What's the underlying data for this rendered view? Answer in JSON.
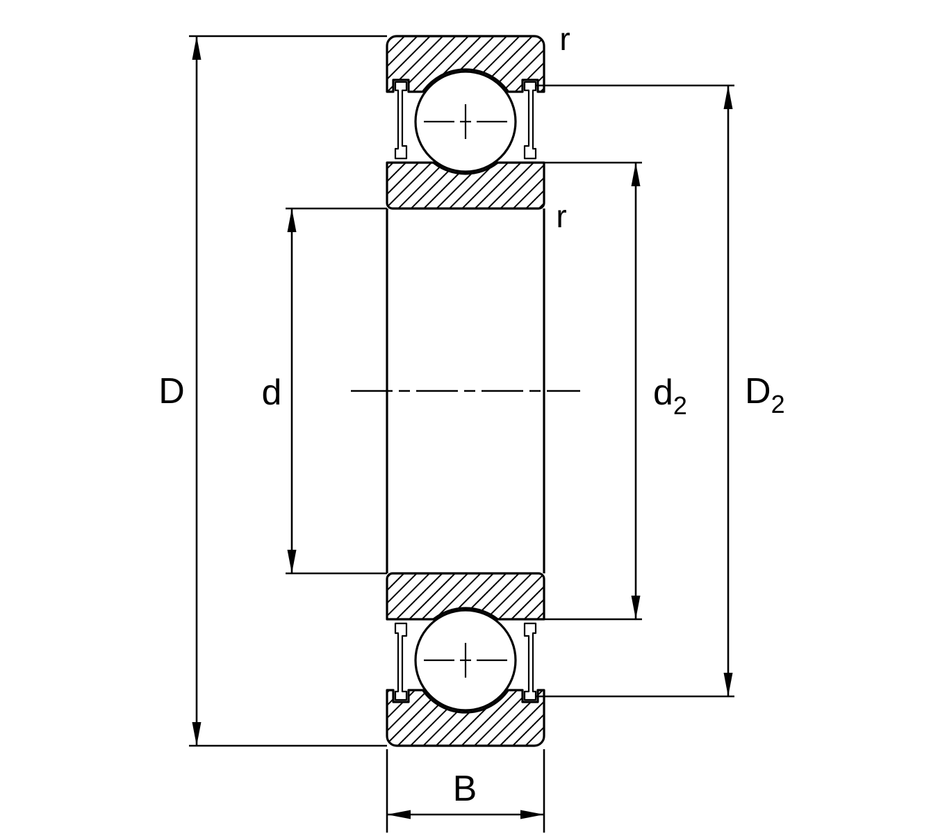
{
  "diagram": {
    "type": "deep-groove-ball-bearing-cross-section-dimension-drawing",
    "colors": {
      "line": "#000000",
      "background": "#ffffff"
    },
    "labels": {
      "outer_diameter": {
        "base": "D",
        "sub": ""
      },
      "bore_diameter": {
        "base": "d",
        "sub": ""
      },
      "shoulder_diameter_inner": {
        "base": "d",
        "sub": "2"
      },
      "shoulder_diameter_outer": {
        "base": "D",
        "sub": "2"
      },
      "width": {
        "base": "B",
        "sub": ""
      },
      "chamfer_radius_outer": {
        "base": "r",
        "sub": ""
      },
      "chamfer_radius_inner": {
        "base": "r",
        "sub": ""
      }
    }
  }
}
